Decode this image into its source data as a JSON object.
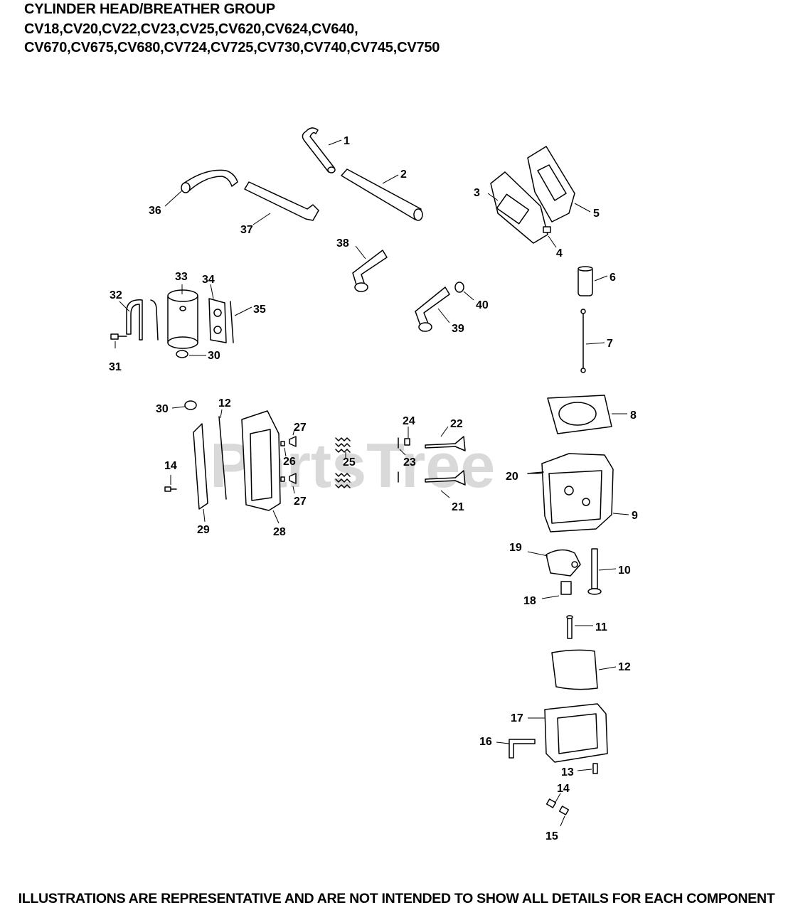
{
  "header": {
    "title": "CYLINDER HEAD/BREATHER GROUP",
    "models_line1": "CV18,CV20,CV22,CV23,CV25,CV620,CV624,CV640,",
    "models_line2": "CV670,CV675,CV680,CV724,CV725,CV730,CV740,CV745,CV750"
  },
  "watermark": "PartsTree",
  "footer": "ILLUSTRATIONS ARE REPRESENTATIVE AND ARE NOT INTENDED TO SHOW ALL DETAILS FOR EACH COMPONENT",
  "colors": {
    "ink": "#000000",
    "watermark": "#d9d9d9",
    "background": "#ffffff"
  },
  "parts": [
    {
      "id": "p1",
      "n": "1"
    },
    {
      "id": "p2",
      "n": "2"
    },
    {
      "id": "p3",
      "n": "3"
    },
    {
      "id": "p4",
      "n": "4"
    },
    {
      "id": "p5",
      "n": "5"
    },
    {
      "id": "p6",
      "n": "6"
    },
    {
      "id": "p7",
      "n": "7"
    },
    {
      "id": "p8",
      "n": "8"
    },
    {
      "id": "p9",
      "n": "9"
    },
    {
      "id": "p10",
      "n": "10"
    },
    {
      "id": "p11",
      "n": "11"
    },
    {
      "id": "p12a",
      "n": "12"
    },
    {
      "id": "p12b",
      "n": "12"
    },
    {
      "id": "p13",
      "n": "13"
    },
    {
      "id": "p14a",
      "n": "14"
    },
    {
      "id": "p14b",
      "n": "14"
    },
    {
      "id": "p15",
      "n": "15"
    },
    {
      "id": "p16",
      "n": "16"
    },
    {
      "id": "p17",
      "n": "17"
    },
    {
      "id": "p18",
      "n": "18"
    },
    {
      "id": "p19",
      "n": "19"
    },
    {
      "id": "p20",
      "n": "20"
    },
    {
      "id": "p21",
      "n": "21"
    },
    {
      "id": "p22",
      "n": "22"
    },
    {
      "id": "p23",
      "n": "23"
    },
    {
      "id": "p24",
      "n": "24"
    },
    {
      "id": "p25",
      "n": "25"
    },
    {
      "id": "p26",
      "n": "26"
    },
    {
      "id": "p27a",
      "n": "27"
    },
    {
      "id": "p27b",
      "n": "27"
    },
    {
      "id": "p28",
      "n": "28"
    },
    {
      "id": "p29",
      "n": "29"
    },
    {
      "id": "p30a",
      "n": "30"
    },
    {
      "id": "p30b",
      "n": "30"
    },
    {
      "id": "p31",
      "n": "31"
    },
    {
      "id": "p32",
      "n": "32"
    },
    {
      "id": "p33",
      "n": "33"
    },
    {
      "id": "p34",
      "n": "34"
    },
    {
      "id": "p35",
      "n": "35"
    },
    {
      "id": "p36",
      "n": "36"
    },
    {
      "id": "p37",
      "n": "37"
    },
    {
      "id": "p38",
      "n": "38"
    },
    {
      "id": "p39",
      "n": "39"
    },
    {
      "id": "p40",
      "n": "40"
    }
  ]
}
